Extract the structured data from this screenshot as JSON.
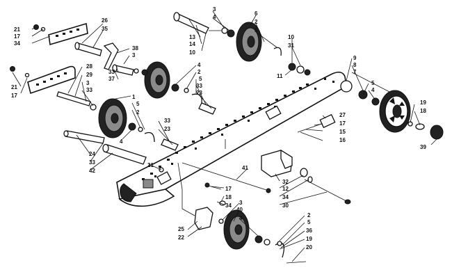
{
  "labels": [
    {
      "id": "l21a",
      "text": "21"
    },
    {
      "id": "l17a",
      "text": "17"
    },
    {
      "id": "l34a",
      "text": "34"
    },
    {
      "id": "l26",
      "text": "26"
    },
    {
      "id": "l35",
      "text": "35"
    },
    {
      "id": "l38",
      "text": "38"
    },
    {
      "id": "l3a",
      "text": "3"
    },
    {
      "id": "l33a",
      "text": "33"
    },
    {
      "id": "l37",
      "text": "37"
    },
    {
      "id": "l13",
      "text": "13"
    },
    {
      "id": "l14",
      "text": "14"
    },
    {
      "id": "l10a",
      "text": "10"
    },
    {
      "id": "l3b",
      "text": "3"
    },
    {
      "id": "l4a",
      "text": "4"
    },
    {
      "id": "l6",
      "text": "6"
    },
    {
      "id": "l2a",
      "text": "2"
    },
    {
      "id": "l5a",
      "text": "5"
    },
    {
      "id": "l10b",
      "text": "10"
    },
    {
      "id": "l31",
      "text": "31"
    },
    {
      "id": "l11",
      "text": "11"
    },
    {
      "id": "l9",
      "text": "9"
    },
    {
      "id": "l8",
      "text": "8"
    },
    {
      "id": "l7",
      "text": "7"
    },
    {
      "id": "l5b",
      "text": "5"
    },
    {
      "id": "l4b",
      "text": "4"
    },
    {
      "id": "l19a",
      "text": "19"
    },
    {
      "id": "l18a",
      "text": "18"
    },
    {
      "id": "l39",
      "text": "39"
    },
    {
      "id": "l21b",
      "text": "21"
    },
    {
      "id": "l17b",
      "text": "17"
    },
    {
      "id": "l28",
      "text": "28"
    },
    {
      "id": "l29",
      "text": "29"
    },
    {
      "id": "l3c",
      "text": "3"
    },
    {
      "id": "l33b",
      "text": "33"
    },
    {
      "id": "l4c",
      "text": "4"
    },
    {
      "id": "l2b",
      "text": "2"
    },
    {
      "id": "l5c",
      "text": "5"
    },
    {
      "id": "l33c",
      "text": "33"
    },
    {
      "id": "l23a",
      "text": "23"
    },
    {
      "id": "l1",
      "text": "1"
    },
    {
      "id": "l5d",
      "text": "5"
    },
    {
      "id": "l2c",
      "text": "2"
    },
    {
      "id": "l4d",
      "text": "4"
    },
    {
      "id": "l33d",
      "text": "33"
    },
    {
      "id": "l23b",
      "text": "23"
    },
    {
      "id": "l27",
      "text": "27"
    },
    {
      "id": "l17c",
      "text": "17"
    },
    {
      "id": "l15",
      "text": "15"
    },
    {
      "id": "l16",
      "text": "16"
    },
    {
      "id": "l24",
      "text": "24"
    },
    {
      "id": "l33e",
      "text": "33"
    },
    {
      "id": "l42",
      "text": "42"
    },
    {
      "id": "l21c",
      "text": "21"
    },
    {
      "id": "l41",
      "text": "41"
    },
    {
      "id": "l32",
      "text": "32"
    },
    {
      "id": "l12",
      "text": "12"
    },
    {
      "id": "l34b",
      "text": "34"
    },
    {
      "id": "l30",
      "text": "30"
    },
    {
      "id": "l17d",
      "text": "17"
    },
    {
      "id": "l18b",
      "text": "18"
    },
    {
      "id": "l34c",
      "text": "34"
    },
    {
      "id": "l25",
      "text": "25"
    },
    {
      "id": "l22",
      "text": "22"
    },
    {
      "id": "l3d",
      "text": "3"
    },
    {
      "id": "l40",
      "text": "40"
    },
    {
      "id": "l4e",
      "text": "4"
    },
    {
      "id": "l2d",
      "text": "2"
    },
    {
      "id": "l5e",
      "text": "5"
    },
    {
      "id": "l36",
      "text": "36"
    },
    {
      "id": "l19b",
      "text": "19"
    },
    {
      "id": "l20",
      "text": "20"
    }
  ]
}
